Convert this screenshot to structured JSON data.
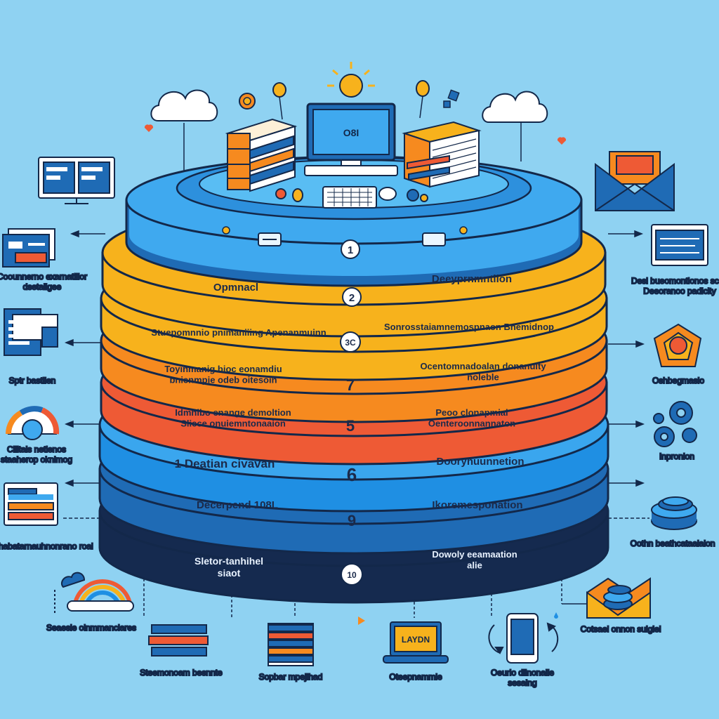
{
  "colors": {
    "background": "#8fd2f2",
    "outline": "#13284a",
    "layer_blue_light": "#3fa9ef",
    "layer_yellow": "#f7b21c",
    "layer_orange": "#f68a1f",
    "layer_red": "#ee5a35",
    "layer_blue": "#1f8fe3",
    "layer_blue_dark": "#1f6bb5",
    "layer_navy": "#152a4f"
  },
  "top_platform": {
    "monitor_text": "O8I"
  },
  "layers": [
    {
      "number": "1",
      "left_label": "",
      "right_label": ""
    },
    {
      "number": "2",
      "left_label": "Opmnacl",
      "right_label": "Deeyprnmntlion"
    },
    {
      "number": "3C",
      "left_label": "Stuepomnnio pnimaniiing Apenanmuinn",
      "right_label": "Sonrosstaiamnemospnaon Bnemidnop"
    },
    {
      "number": "7",
      "left_label": "Toyinmanig bioc eonamdiu\nbnienmpie odeb oitesoin",
      "right_label": "Ocentomnadoalan donanuity\nnoleble"
    },
    {
      "number": "5",
      "left_label": "Idmnibo enange demoltion\nSliece onuiemntonaaion",
      "right_label": "Peoo clonapmial\nOenteroonnannaton"
    },
    {
      "number": "6",
      "left_label": "1 Deatian civavan",
      "right_label": "Doorynuunnetion"
    },
    {
      "number": "9",
      "left_label": "Decerpend 108L",
      "right_label": "Ikoremesponation"
    },
    {
      "number": "10",
      "left_label": "Sletor-tanhihel\nsiaot",
      "right_label": "Dowoly eeamaation\nalie"
    }
  ],
  "left_labels": [
    {
      "text": "Coounnerno exarnatliior\ndsetaligee",
      "icon": "document-window-icon"
    },
    {
      "text": "Sptr bastilen",
      "icon": "document-stack-icon"
    },
    {
      "text": "Cilitals netienos\nstaaherop oknimog",
      "icon": "gauge-icon"
    },
    {
      "text": "Aphabatarnauhnonrano roal",
      "icon": "dashboard-window-icon"
    }
  ],
  "right_labels": [
    {
      "text": "Desi bueomontionos scan\nDeeoranoo padicity",
      "icon": "code-window-icon"
    },
    {
      "text": "Oshbegmasio",
      "icon": "pentagon-shield-icon"
    },
    {
      "text": "Inpronion",
      "icon": "gears-icon"
    },
    {
      "text": "Oothn beathcataalaion",
      "icon": "coin-stack-icon"
    },
    {
      "text": "Cotsael onnon sulgiel",
      "icon": "envelope-coins-icon"
    }
  ],
  "bottom_labels": [
    {
      "text": "Seaesie oinmmanclares",
      "icon": "rainbow-cloud-icon"
    },
    {
      "text": "Steemonoam besnnte",
      "icon": "book-stack-icon"
    },
    {
      "text": "Sopbar mpejlhad",
      "icon": "server-stack-icon"
    },
    {
      "text": "Oteepnammie",
      "icon": "laptop-icon",
      "screen_text": "LAYDN"
    },
    {
      "text": "Oeurlo dlinonaile\nsesaing",
      "icon": "mobile-sync-icon"
    }
  ]
}
